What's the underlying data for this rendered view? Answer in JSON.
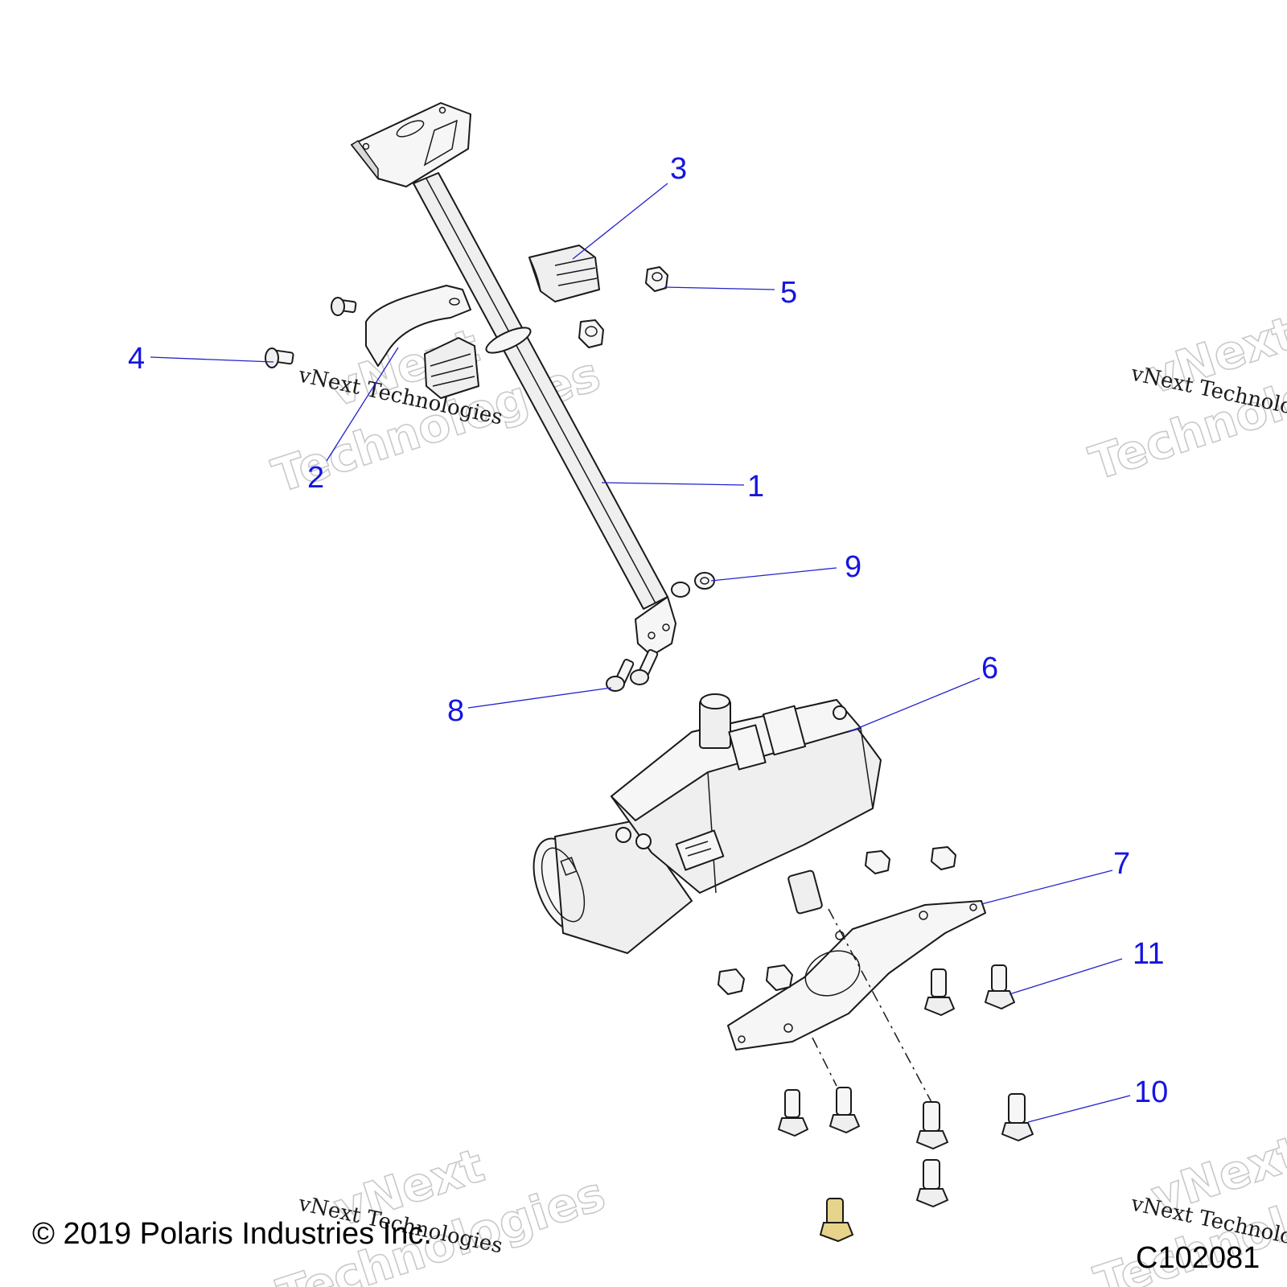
{
  "callouts": [
    {
      "id": "1",
      "label": "1"
    },
    {
      "id": "2",
      "label": "2"
    },
    {
      "id": "3",
      "label": "3"
    },
    {
      "id": "4",
      "label": "4"
    },
    {
      "id": "5",
      "label": "5"
    },
    {
      "id": "6",
      "label": "6"
    },
    {
      "id": "7",
      "label": "7"
    },
    {
      "id": "8",
      "label": "8"
    },
    {
      "id": "9",
      "label": "9"
    },
    {
      "id": "10",
      "label": "10"
    },
    {
      "id": "11",
      "label": "11"
    }
  ],
  "watermark": {
    "small": "vNext Technologies",
    "big_line1": "vNext",
    "big_line2": "Technologies"
  },
  "footer": {
    "copyright": "© 2019 Polaris Industries Inc.",
    "drawing_number": "C102081"
  },
  "colors": {
    "callout": "#1515e0",
    "leader": "#2222cc",
    "line": "#1a1a1a"
  }
}
